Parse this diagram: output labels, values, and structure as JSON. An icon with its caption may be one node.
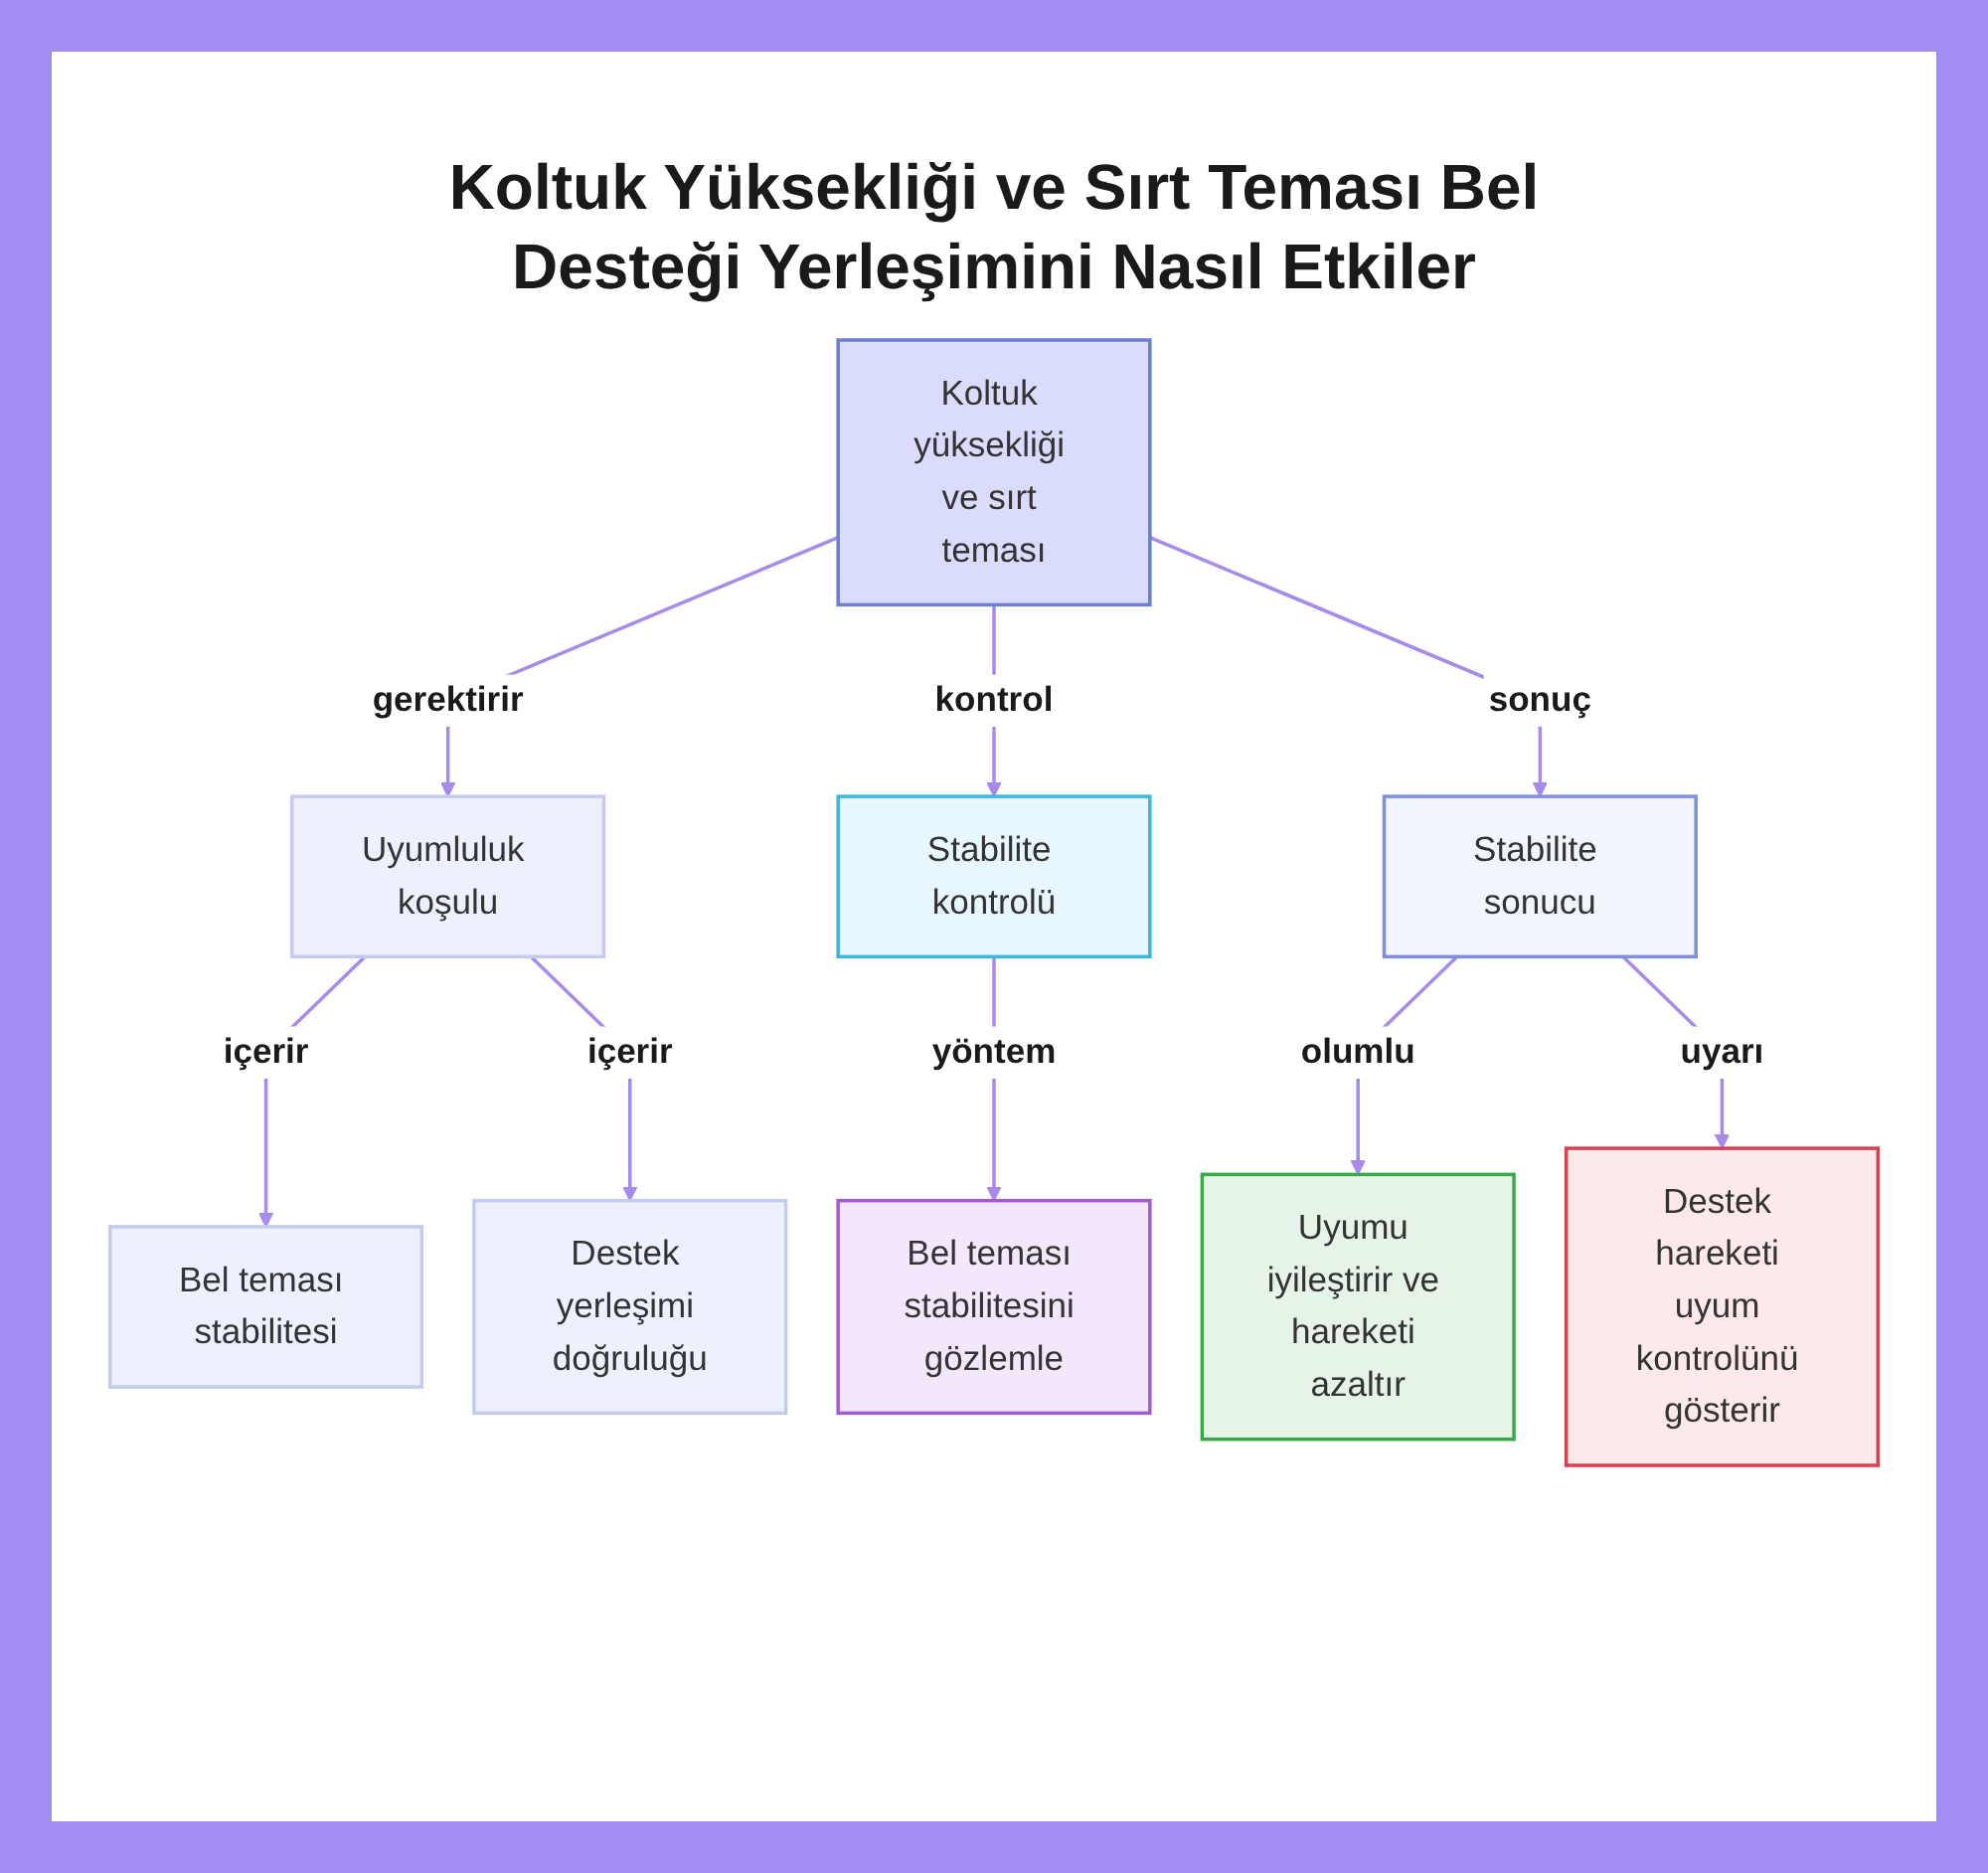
{
  "diagram": {
    "title": "Koltuk Yüksekliği ve Sırt Teması Bel Desteği Yerleşimini Nasıl Etkiler",
    "nodes": [
      {
        "text": [
          "Koltuk yüksekliği ve sırt teması"
        ]
      },
      {
        "text": [
          "Uyumluluk koşulu"
        ]
      },
      {
        "text": [
          "Stabilite kontrolü"
        ]
      },
      {
        "text": [
          "Stabilite sonucu"
        ]
      },
      {
        "text": [
          "Bel teması stabilitesi"
        ]
      },
      {
        "text": [
          "Destek yerleşimi doğruluğu"
        ]
      },
      {
        "text": [
          "Bel teması stabilitesini gözlemle"
        ]
      },
      {
        "text": [
          "Uyumu iyileştirir ve hareketi azaltır"
        ]
      },
      {
        "text": [
          "Destek hareketi uyum kontrolünü gösterir"
        ]
      }
    ],
    "edges": [
      {
        "from": 0,
        "to": 1,
        "label": "gerektirir",
        "arrow": "to"
      },
      {
        "from": 0,
        "to": 2,
        "label": "kontrol",
        "arrow": "to"
      },
      {
        "from": 0,
        "to": 3,
        "label": "sonuç",
        "arrow": "to"
      },
      {
        "from": 1,
        "to": 4,
        "label": "içerir",
        "arrow": "to"
      },
      {
        "from": 1,
        "to": 5,
        "label": "içerir",
        "arrow": "to"
      },
      {
        "from": 2,
        "to": 6,
        "label": "yöntem",
        "arrow": "to"
      },
      {
        "from": 3,
        "to": 7,
        "label": "olumlu",
        "arrow": "to"
      },
      {
        "from": 3,
        "to": 8,
        "label": "uyarı",
        "arrow": "to"
      }
    ]
  }
}
